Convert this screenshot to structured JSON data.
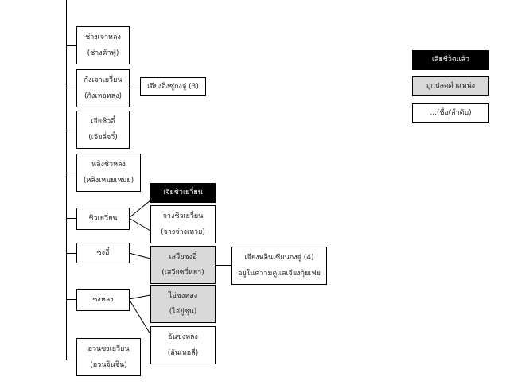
{
  "tree": {
    "main_children": [
      {
        "name": "ช่างเจาหลง",
        "alias": "(ช่างต้าฟู่)",
        "status": "normal"
      },
      {
        "name": "กังเจาเยวี่ยน",
        "alias": "(กังเหอหลง)",
        "status": "normal",
        "children": [
          {
            "name": "เจียงอิงซู่กงจู่ (3)",
            "status": "normal"
          }
        ]
      },
      {
        "name": "เจียชิวอี๋",
        "alias": "(เจียลี่จวี๋)",
        "status": "normal"
      },
      {
        "name": "หลิงชิวหลง",
        "alias": "(หลิงเหมยเหม่ย)",
        "status": "normal"
      },
      {
        "name": "ชิวเยวี่ยน",
        "status": "normal",
        "children": [
          {
            "name": "เจียชิวเยวี่ยน",
            "status": "deceased"
          },
          {
            "name": "จางชิวเยวี่ยน",
            "alias": "(จางจ่างเหวย)",
            "status": "normal"
          }
        ]
      },
      {
        "name": "ซงอี๋",
        "status": "normal",
        "children": [
          {
            "name": "เสวียซงอี๋",
            "alias": "(เสวียซวี่หยา)",
            "status": "removed",
            "children": [
              {
                "name": "เจียงหลินเซียนกงจู่ (4)",
                "alias": "อยู่ในความดูแลเจียงกุ้ยเฟย",
                "status": "normal"
              }
            ]
          }
        ]
      },
      {
        "name": "ซงหลง",
        "status": "normal",
        "children": [
          {
            "name": "ไอ่ซงหลง",
            "alias": "(ไอ่ยู่ซุน)",
            "status": "removed"
          },
          {
            "name": "อันซงหลง",
            "alias": "(อันเหอลี่)",
            "status": "normal"
          }
        ]
      },
      {
        "name": "ฮวนซงเยวี่ยน",
        "alias": "(ฮวนจินจิน)",
        "status": "normal"
      }
    ]
  },
  "legend": {
    "deceased": "เสียชีวิตแล้ว",
    "removed": "ถูกปลดตำแหน่ง",
    "normal": "...(ชื่อ/ลำดับ)"
  },
  "colors": {
    "deceased_bg": "#000000",
    "removed_bg": "#d9d9d9",
    "normal_bg": "#ffffff"
  }
}
